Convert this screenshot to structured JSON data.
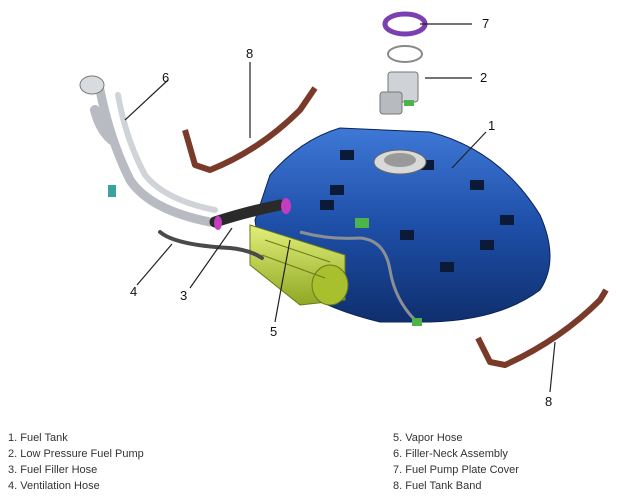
{
  "callouts": [
    "1",
    "2",
    "3",
    "4",
    "5",
    "6",
    "7",
    "8",
    "8"
  ],
  "legend": {
    "left": [
      "1. Fuel Tank",
      "2. Low Pressure Fuel Pump",
      "3. Fuel Filler Hose",
      "4. Ventilation Hose"
    ],
    "right": [
      "5. Vapor Hose",
      "6. Filler-Neck Assembly",
      "7. Fuel Pump Plate Cover",
      "8. Fuel Tank Band"
    ]
  },
  "colors": {
    "tank": "#1e4fa8",
    "tank_dark": "#0f2f6e",
    "canister": "#bcd23a",
    "band": "#7a3a2a",
    "pipe": "#b8bcc2",
    "hose": "#3a3a3a",
    "cover_ring": "#7b3fb2"
  }
}
